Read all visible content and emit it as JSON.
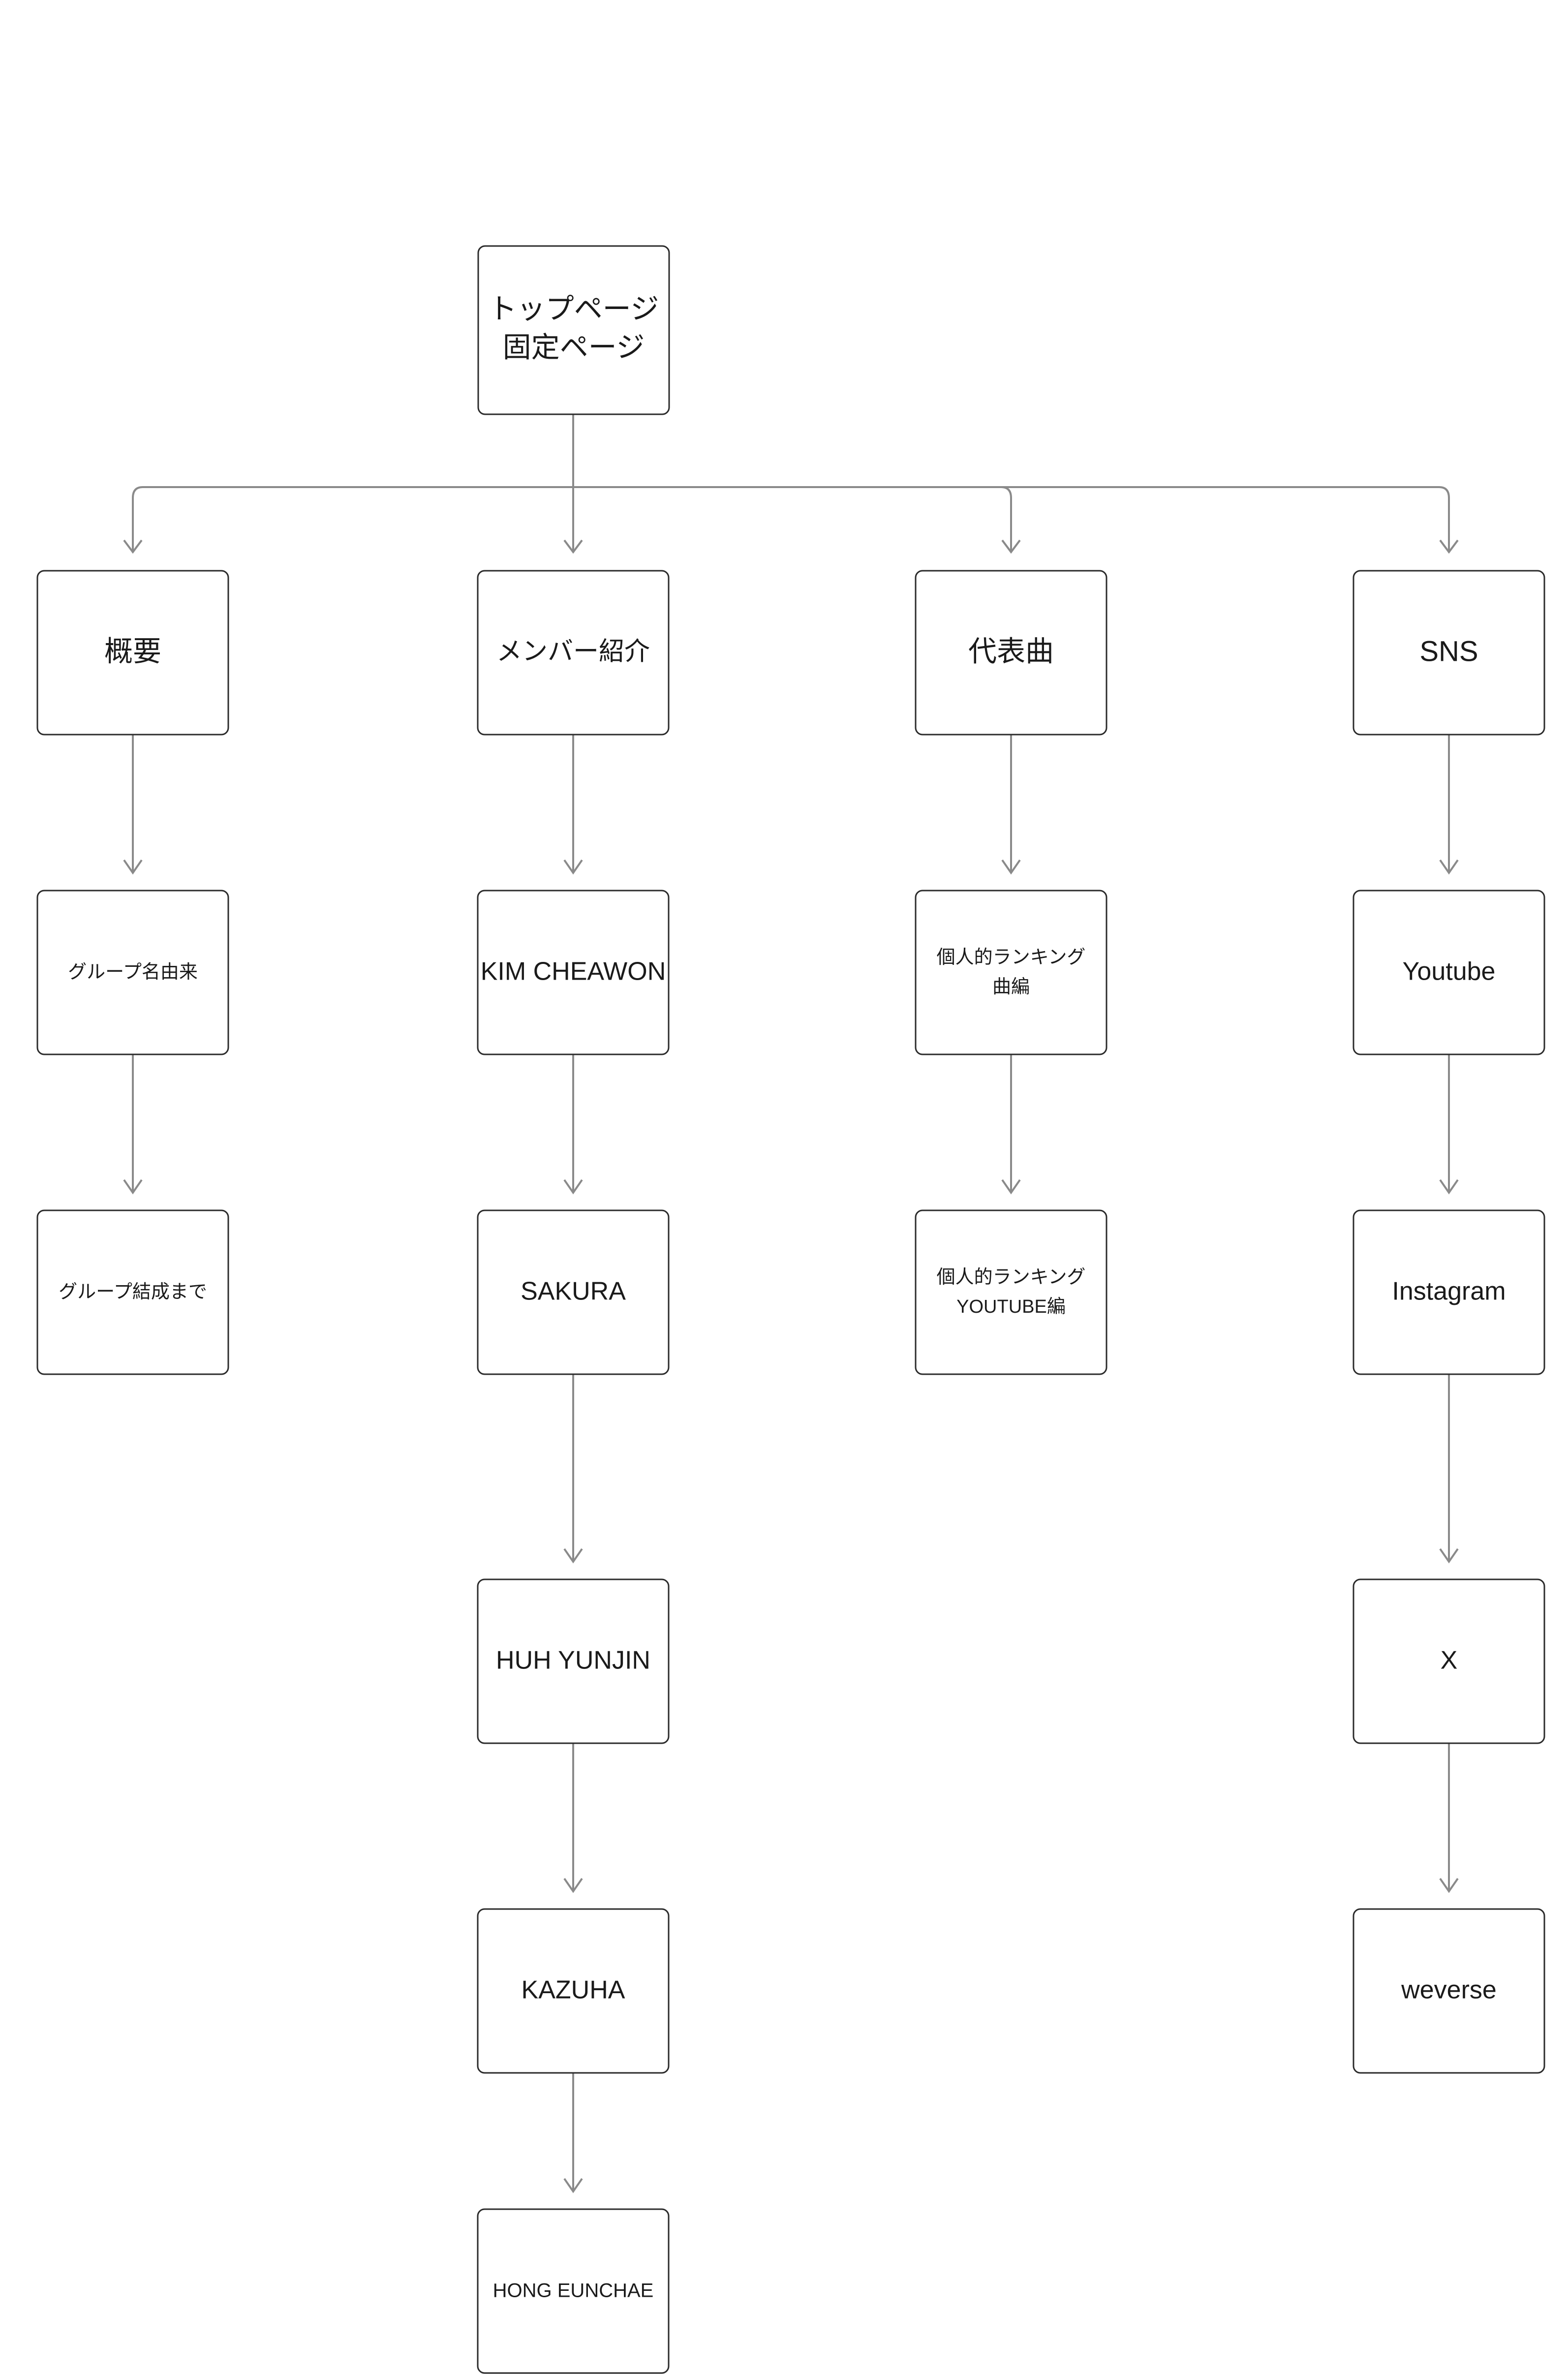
{
  "diagram": {
    "type": "site-map-tree",
    "background_color": "#ffffff",
    "node_border_color": "#2b2b2b",
    "node_fill_color": "#ffffff",
    "edge_color": "#8a8a8a",
    "text_color": "#1a1a1a",
    "root": {
      "id": "root",
      "line1": "トップページ",
      "line2": "固定ページ"
    },
    "columns": [
      {
        "id": "col-overview",
        "head": {
          "id": "overview",
          "label": "概要"
        },
        "children": [
          {
            "id": "group-name-origin",
            "label": "グループ名由来"
          },
          {
            "id": "until-group-formation",
            "label": "グループ結成まで"
          }
        ]
      },
      {
        "id": "col-members",
        "head": {
          "id": "member-intro",
          "label": "メンバー紹介"
        },
        "children": [
          {
            "id": "member-kim-cheawon",
            "label": "KIM CHEAWON"
          },
          {
            "id": "member-sakura",
            "label": "SAKURA"
          },
          {
            "id": "member-huh-yunjin",
            "label": "HUH YUNJIN"
          },
          {
            "id": "member-kazuha",
            "label": "KAZUHA"
          },
          {
            "id": "member-hong-eunchae",
            "label": "HONG EUNCHAE"
          }
        ]
      },
      {
        "id": "col-songs",
        "head": {
          "id": "signature-songs",
          "label": "代表曲"
        },
        "children": [
          {
            "id": "ranking-songs",
            "line1": "個人的ランキング",
            "line2": "曲編"
          },
          {
            "id": "ranking-youtube",
            "line1": "個人的ランキング",
            "line2": "YOUTUBE編"
          }
        ]
      },
      {
        "id": "col-sns",
        "head": {
          "id": "sns",
          "label": "SNS"
        },
        "children": [
          {
            "id": "sns-youtube",
            "label": "Youtube"
          },
          {
            "id": "sns-instagram",
            "label": "Instagram"
          },
          {
            "id": "sns-x",
            "label": "X"
          },
          {
            "id": "sns-weverse",
            "label": "weverse"
          }
        ]
      }
    ]
  }
}
